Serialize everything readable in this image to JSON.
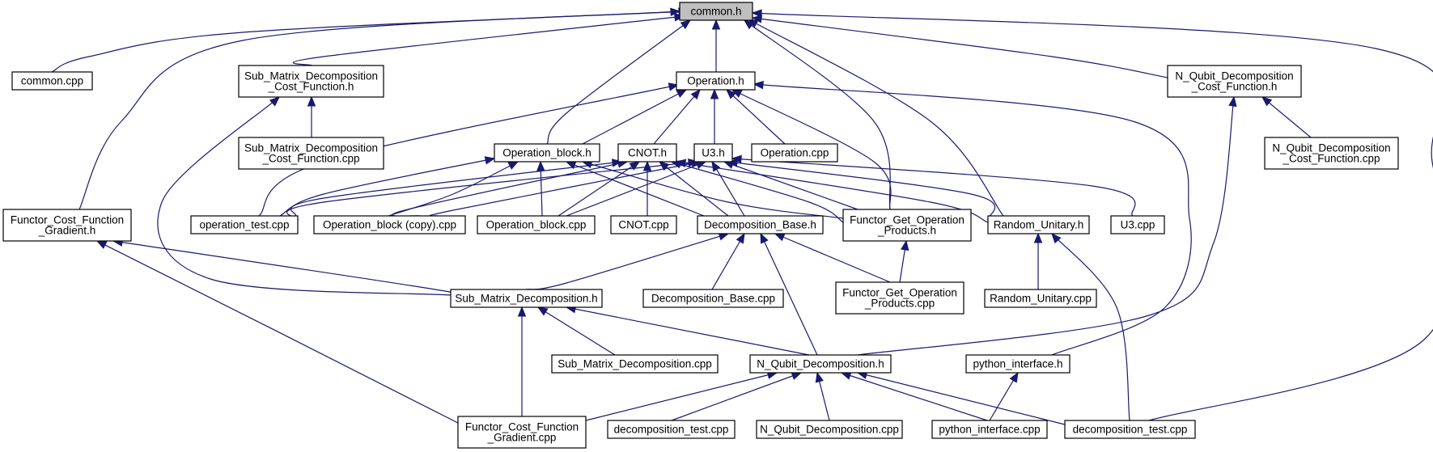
{
  "graph": {
    "title": "common.h",
    "colors": {
      "edge": "#191970",
      "root_fill": "#bfbfbf",
      "node_fill": "#ffffff",
      "node_border": "#000000"
    },
    "nodes": [
      {
        "id": "common_h",
        "lines": [
          "common.h"
        ],
        "root": true
      },
      {
        "id": "common_cpp",
        "lines": [
          "common.cpp"
        ]
      },
      {
        "id": "smdcf_h",
        "lines": [
          "Sub_Matrix_Decomposition",
          "_Cost_Function.h"
        ]
      },
      {
        "id": "smdcf_cpp",
        "lines": [
          "Sub_Matrix_Decomposition",
          "_Cost_Function.cpp"
        ]
      },
      {
        "id": "operation_h",
        "lines": [
          "Operation.h"
        ]
      },
      {
        "id": "nqdcf_h",
        "lines": [
          "N_Qubit_Decomposition",
          "_Cost_Function.h"
        ]
      },
      {
        "id": "nqdcf_cpp",
        "lines": [
          "N_Qubit_Decomposition",
          "_Cost_Function.cpp"
        ]
      },
      {
        "id": "opblock_h",
        "lines": [
          "Operation_block.h"
        ]
      },
      {
        "id": "cnot_h",
        "lines": [
          "CNOT.h"
        ]
      },
      {
        "id": "u3_h",
        "lines": [
          "U3.h"
        ]
      },
      {
        "id": "operation_cpp",
        "lines": [
          "Operation.cpp"
        ]
      },
      {
        "id": "fcfg_h",
        "lines": [
          "Functor_Cost_Function",
          "_Gradient.h"
        ]
      },
      {
        "id": "optest_cpp",
        "lines": [
          "operation_test.cpp"
        ]
      },
      {
        "id": "opblockcopy_cpp",
        "lines": [
          "Operation_block (copy).cpp"
        ]
      },
      {
        "id": "opblock_cpp",
        "lines": [
          "Operation_block.cpp"
        ]
      },
      {
        "id": "cnot_cpp",
        "lines": [
          "CNOT.cpp"
        ]
      },
      {
        "id": "decbase_h",
        "lines": [
          "Decomposition_Base.h"
        ]
      },
      {
        "id": "fgop_h",
        "lines": [
          "Functor_Get_Operation",
          "_Products.h"
        ]
      },
      {
        "id": "randunit_h",
        "lines": [
          "Random_Unitary.h"
        ]
      },
      {
        "id": "u3_cpp",
        "lines": [
          "U3.cpp"
        ]
      },
      {
        "id": "smd_h",
        "lines": [
          "Sub_Matrix_Decomposition.h"
        ]
      },
      {
        "id": "decbase_cpp",
        "lines": [
          "Decomposition_Base.cpp"
        ]
      },
      {
        "id": "fgop_cpp",
        "lines": [
          "Functor_Get_Operation",
          "_Products.cpp"
        ]
      },
      {
        "id": "randunit_cpp",
        "lines": [
          "Random_Unitary.cpp"
        ]
      },
      {
        "id": "smd_cpp",
        "lines": [
          "Sub_Matrix_Decomposition.cpp"
        ]
      },
      {
        "id": "nqd_h",
        "lines": [
          "N_Qubit_Decomposition.h"
        ]
      },
      {
        "id": "pyif_h",
        "lines": [
          "python_interface.h"
        ]
      },
      {
        "id": "fcfg_cpp",
        "lines": [
          "Functor_Cost_Function",
          "_Gradient.cpp"
        ]
      },
      {
        "id": "dectest1_cpp",
        "lines": [
          "decomposition_test.cpp"
        ]
      },
      {
        "id": "nqd_cpp",
        "lines": [
          "N_Qubit_Decomposition.cpp"
        ]
      },
      {
        "id": "pyif_cpp",
        "lines": [
          "python_interface.cpp"
        ]
      },
      {
        "id": "dectest2_cpp",
        "lines": [
          "decomposition_test.cpp"
        ]
      }
    ]
  }
}
